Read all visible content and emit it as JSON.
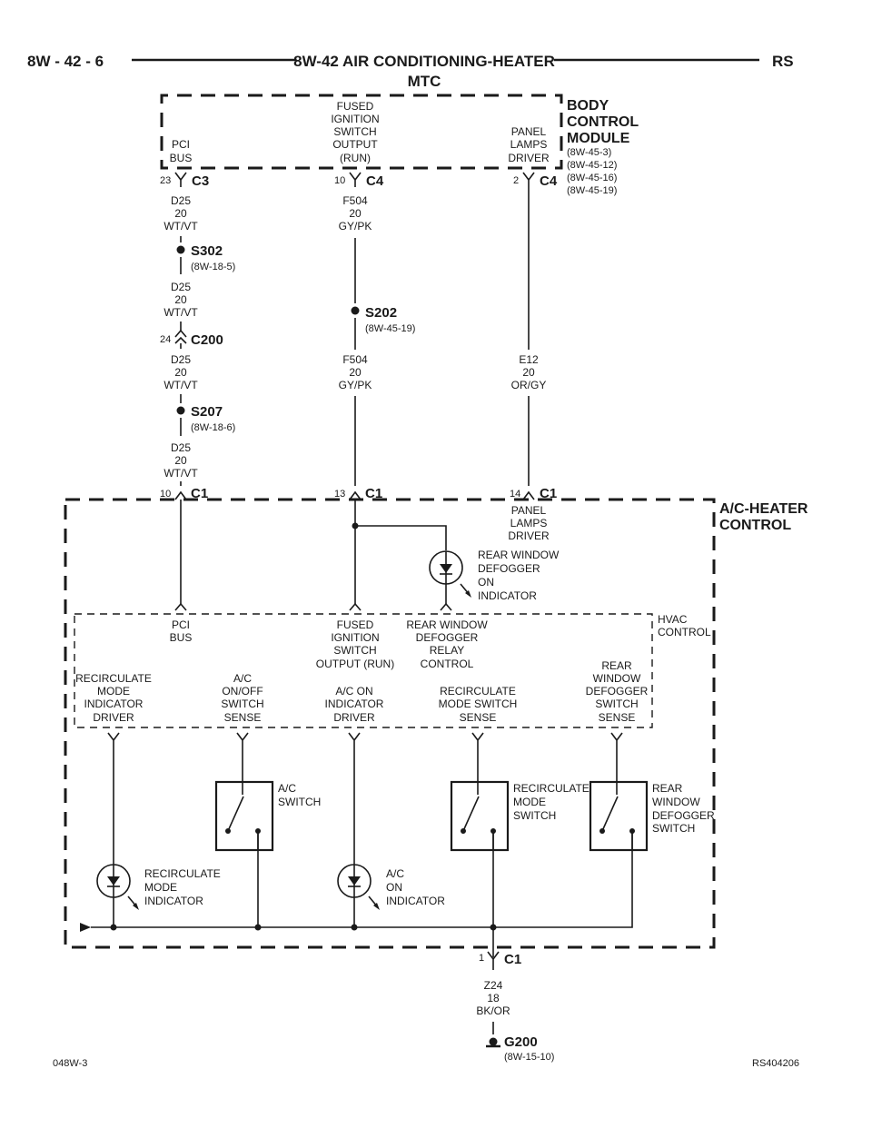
{
  "header": {
    "left": "8W - 42 - 6",
    "center_line1": "8W-42 AIR CONDITIONING-HEATER",
    "center_line2": "MTC",
    "right": "RS"
  },
  "bcm": {
    "name": [
      "BODY",
      "CONTROL",
      "MODULE"
    ],
    "refs": [
      "(8W-45-3)",
      "(8W-45-12)",
      "(8W-45-16)",
      "(8W-45-19)"
    ],
    "pin_pci": [
      "PCI",
      "BUS"
    ],
    "pin_fused": [
      "FUSED",
      "IGNITION",
      "SWITCH",
      "OUTPUT",
      "(RUN)"
    ],
    "pin_panel": [
      "PANEL",
      "LAMPS",
      "DRIVER"
    ]
  },
  "connectors": {
    "c3": {
      "pin": "23",
      "name": "C3"
    },
    "c4a": {
      "pin": "10",
      "name": "C4"
    },
    "c4b": {
      "pin": "2",
      "name": "C4"
    },
    "c200": {
      "pin": "24",
      "name": "C200"
    },
    "c1a": {
      "pin": "10",
      "name": "C1"
    },
    "c1b": {
      "pin": "13",
      "name": "C1"
    },
    "c1c": {
      "pin": "14",
      "name": "C1"
    },
    "c1g": {
      "pin": "1",
      "name": "C1"
    }
  },
  "wires": {
    "d25": [
      "D25",
      "20",
      "WT/VT"
    ],
    "f504": [
      "F504",
      "20",
      "GY/PK"
    ],
    "e12": [
      "E12",
      "20",
      "OR/GY"
    ],
    "z24": [
      "Z24",
      "18",
      "BK/OR"
    ]
  },
  "splices": {
    "s302": {
      "name": "S302",
      "ref": "(8W-18-5)"
    },
    "s202": {
      "name": "S202",
      "ref": "(8W-45-19)"
    },
    "s207": {
      "name": "S207",
      "ref": "(8W-18-6)"
    }
  },
  "ground": {
    "name": "G200",
    "ref": "(8W-15-10)"
  },
  "hvac_module": {
    "name": [
      "A/C-HEATER",
      "CONTROL"
    ],
    "panel_lamps": [
      "PANEL",
      "LAMPS",
      "DRIVER"
    ]
  },
  "defog_indicator": [
    "REAR WINDOW",
    "DEFOGGER",
    "ON",
    "INDICATOR"
  ],
  "hvac_control": {
    "name": [
      "HVAC",
      "CONTROL"
    ],
    "pci": [
      "PCI",
      "BUS"
    ],
    "fused": [
      "FUSED",
      "IGNITION",
      "SWITCH",
      "OUTPUT (RUN)"
    ],
    "defog_relay": [
      "REAR WINDOW",
      "DEFOGGER",
      "RELAY",
      "CONTROL"
    ],
    "recirc_ind_driver": [
      "RECIRCULATE",
      "MODE",
      "INDICATOR",
      "DRIVER"
    ],
    "ac_sense": [
      "A/C",
      "ON/OFF",
      "SWITCH",
      "SENSE"
    ],
    "ac_ind_driver": [
      "A/C ON",
      "INDICATOR",
      "DRIVER"
    ],
    "recirc_sense": [
      "RECIRCULATE",
      "MODE SWITCH",
      "SENSE"
    ],
    "defog_sense": [
      "REAR",
      "WINDOW",
      "DEFOGGER",
      "SWITCH",
      "SENSE"
    ]
  },
  "switches": {
    "ac": [
      "A/C",
      "SWITCH"
    ],
    "recirc": [
      "RECIRCULATE",
      "MODE",
      "SWITCH"
    ],
    "defog": [
      "REAR",
      "WINDOW",
      "DEFOGGER",
      "SWITCH"
    ]
  },
  "indicators": {
    "recirc": [
      "RECIRCULATE",
      "MODE",
      "INDICATOR"
    ],
    "ac": [
      "A/C",
      "ON",
      "INDICATOR"
    ]
  },
  "footer": {
    "left": "048W-3",
    "right": "RS404206"
  }
}
